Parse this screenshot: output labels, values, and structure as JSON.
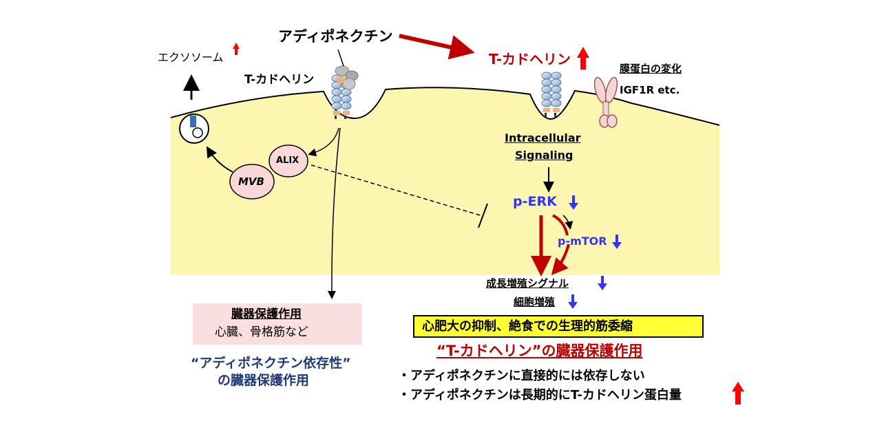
{
  "labels": {
    "exosome": "エクソソーム",
    "adiponectin": "アディポネクチン",
    "t_cadherin_left": "T-カドヘリン",
    "t_cadherin_right": "T-カドヘリン",
    "membrane_change": "膜蛋白の変化",
    "igf1r": "IGF1R  etc.",
    "intracellular_1": "Intracellular",
    "intracellular_2": "Signaling",
    "perk": "p-ERK",
    "pmtor": "p-mTOR",
    "alix": "ALIX",
    "mvb": "MVB",
    "growth_signal": "成長増殖シグナル",
    "cell_prolif": "細胞増殖"
  },
  "organ_box": {
    "title": "臓器保護作用",
    "subtitle": "心臓、骨格筋など"
  },
  "left_caption": {
    "line1": "“アディポネクチン依存性”",
    "line2": "の臓器保護作用"
  },
  "summary_box": "心肥大の抑制、絶食での生理的筋委縮",
  "right_heading": "“T-カドヘリン”の臓器保護作用",
  "bullets": [
    "・アディポネクチンに直接的には依存しない",
    "・アディポネクチンは長期的にT-カドヘリン蛋白量"
  ],
  "colors": {
    "cell": "#fcf6b1",
    "red": "#c00000",
    "blue": "#3333ff",
    "navy": "#1f3a7a",
    "up_arrow": "#ff0000"
  }
}
